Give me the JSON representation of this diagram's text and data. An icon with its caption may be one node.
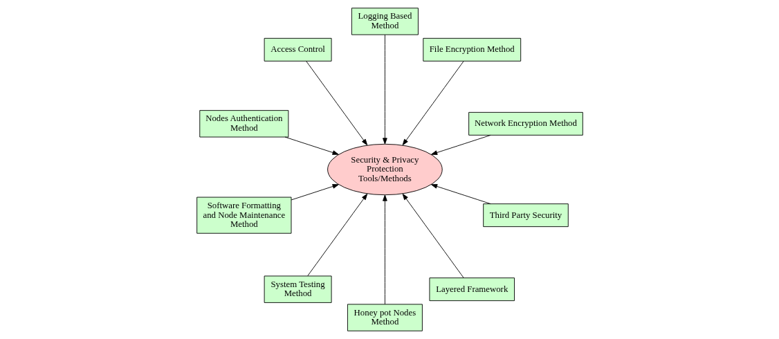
{
  "diagram": {
    "nodes": [
      {
        "text": [
          "Security & Privacy Protection Tools/Methods"
        ]
      },
      {
        "text": [
          "Network Encryption Method"
        ]
      },
      {
        "text": [
          "File Encryption Method"
        ]
      },
      {
        "text": [
          "Logging Based Method"
        ]
      },
      {
        "text": [
          "Access Control"
        ]
      },
      {
        "text": [
          "Nodes Authentication Method"
        ]
      },
      {
        "text": [
          "Software Formatting and Node Maintenance Method"
        ]
      },
      {
        "text": [
          "System Testing Method"
        ]
      },
      {
        "text": [
          "Honey pot Nodes Method"
        ]
      },
      {
        "text": [
          "Layered Framework"
        ]
      },
      {
        "text": [
          "Third Party Security"
        ]
      }
    ],
    "edges": [
      {
        "from": 1,
        "to": 0,
        "arrow": "to"
      },
      {
        "from": 2,
        "to": 0,
        "arrow": "to"
      },
      {
        "from": 3,
        "to": 0,
        "arrow": "to"
      },
      {
        "from": 4,
        "to": 0,
        "arrow": "to"
      },
      {
        "from": 5,
        "to": 0,
        "arrow": "to"
      },
      {
        "from": 6,
        "to": 0,
        "arrow": "to"
      },
      {
        "from": 7,
        "to": 0,
        "arrow": "to"
      },
      {
        "from": 8,
        "to": 0,
        "arrow": "to"
      },
      {
        "from": 9,
        "to": 0,
        "arrow": "to"
      },
      {
        "from": 10,
        "to": 0,
        "arrow": "to"
      }
    ]
  }
}
